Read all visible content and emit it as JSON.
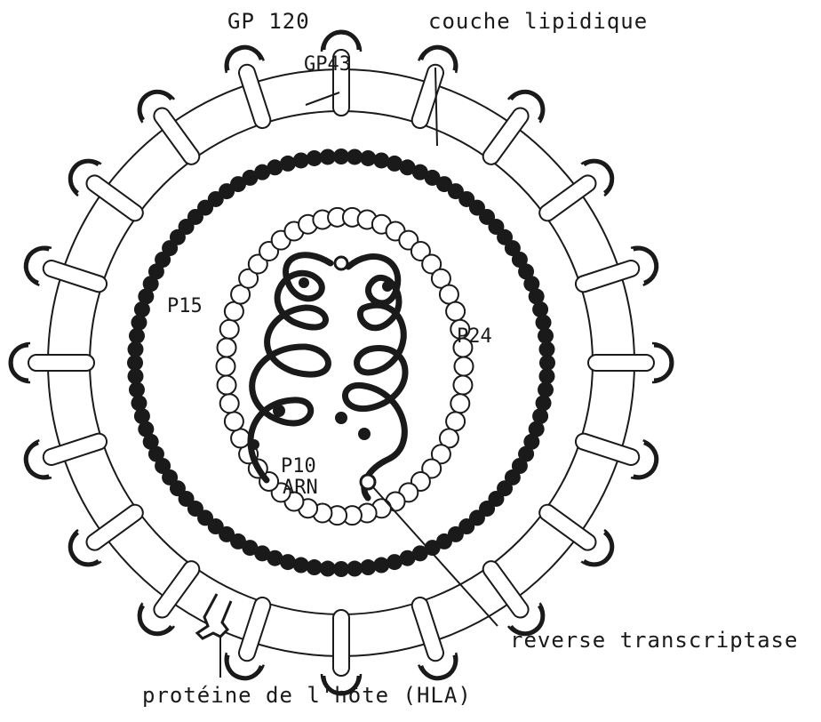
{
  "diagram": {
    "labels": {
      "gp120": "GP 120",
      "couche_lipidique": "couche lipidique",
      "gp43": "GP43",
      "p15": "P15",
      "p24": "P24",
      "p10": "P10",
      "arn": "ARN",
      "reverse_transcriptase": "reverse transcriptase",
      "proteine_hote": "protéine de l'hôte (HLA)"
    },
    "colors": {
      "ink": "#1a1a1a",
      "background": "#ffffff"
    }
  }
}
